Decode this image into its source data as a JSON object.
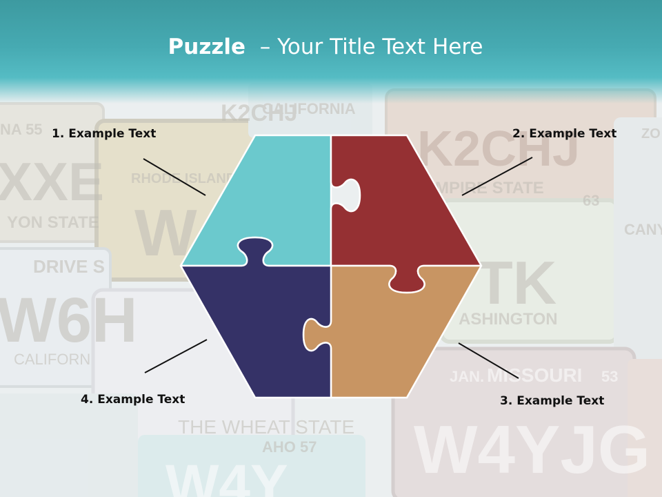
{
  "title": {
    "bold": "Puzzle ",
    "rest": " – Your Title Text Here"
  },
  "background_plates": [
    "NA 55",
    "XXE",
    "YON STATE",
    "DRIVE S",
    "W6H",
    "CALIFORN",
    "K2CHJ",
    "RHODE ISLAND",
    "W",
    "CALIFORNIA",
    "K2CHJ",
    "EMPIRE STATE",
    "63",
    "TK",
    "ASHINGTON",
    "JAN.",
    "MISSOURI",
    "53",
    "W4YJG",
    "THE WHEAT STATE",
    "W4Y",
    "CANY",
    "ZO",
    "AHO 57"
  ],
  "labels": [
    {
      "text": "1. Example Text"
    },
    {
      "text": "2. Example Text"
    },
    {
      "text": "3. Example Text"
    },
    {
      "text": "4. Example Text"
    }
  ],
  "colors": {
    "piece_1": "#6bc9cd",
    "piece_2": "#953033",
    "piece_3": "#c89563",
    "piece_4": "#353267",
    "header": "#46aab2"
  }
}
